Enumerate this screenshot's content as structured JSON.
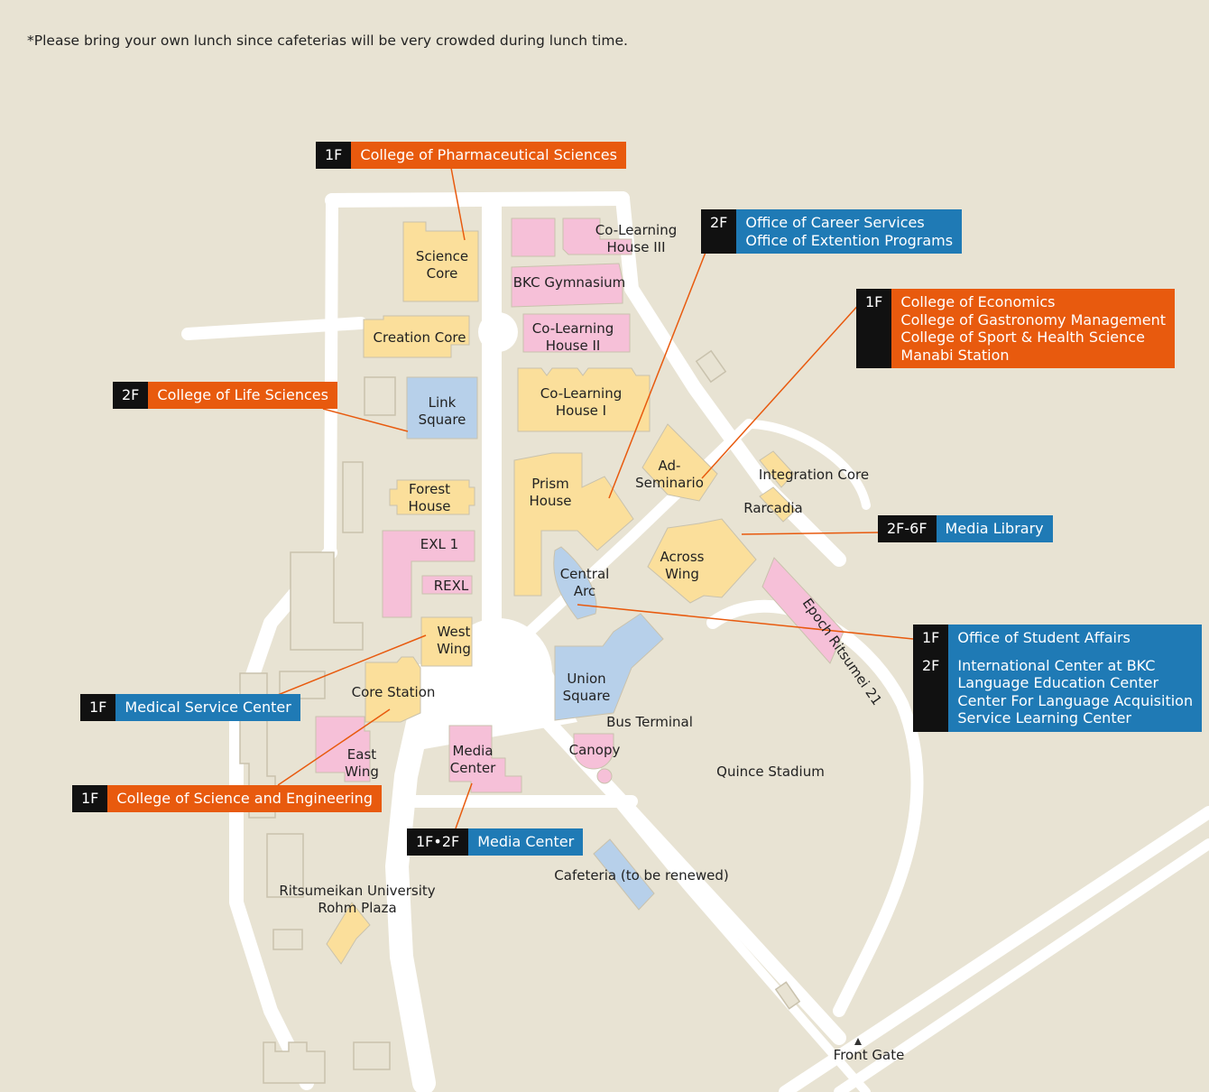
{
  "note": "*Please bring your own lunch since cafeterias will be very crowded during lunch time.",
  "colors": {
    "background": "#e8e3d3",
    "road": "#ffffff",
    "building_yellow": "#fbdf9b",
    "building_pink": "#f6c0d8",
    "building_blue": "#b7d0ea",
    "callout_orange": "#e85a0e",
    "callout_blue": "#1f7ab5",
    "floor_tag": "#111111"
  },
  "buildings": {
    "science_core": "Science\nCore",
    "creation_core": "Creation Core",
    "link_square": "Link\nSquare",
    "forest_house": "Forest\nHouse",
    "exl1": "EXL 1",
    "rexl": "REXL",
    "west_wing": "West\nWing",
    "core_station": "Core Station",
    "east_wing": "East\nWing",
    "media_center": "Media\nCenter",
    "colearning3": "Co-Learning\nHouse III",
    "bkc_gym": "BKC Gymnasium",
    "colearning2": "Co-Learning\nHouse II",
    "colearning1": "Co-Learning\nHouse I",
    "prism_house": "Prism\nHouse",
    "ad_seminario": "Ad-\nSeminario",
    "integration_core": "Integration Core",
    "rarcadia": "Rarcadia",
    "across_wing": "Across\nWing",
    "central_arc": "Central\nArc",
    "union_square": "Union\nSquare",
    "bus_terminal": "Bus Terminal",
    "canopy": "Canopy",
    "quince_stadium": "Quince Stadium",
    "epoch": "Epoch Ritsumei 21",
    "cafeteria": "Cafeteria (to be renewed)",
    "rohm_plaza": "Ritsumeikan University\nRohm Plaza",
    "front_gate": "Front Gate"
  },
  "callouts": {
    "pharma": {
      "floors": [
        "1F"
      ],
      "lines": [
        "College of Pharmaceutical Sciences"
      ]
    },
    "career": {
      "floors": [
        "2F"
      ],
      "lines": [
        "Office of Career Services",
        "Office of Extention Programs"
      ]
    },
    "economics": {
      "floors": [
        "1F"
      ],
      "lines": [
        "College of Economics",
        "College of Gastronomy Management",
        "College of Sport & Health Science",
        "Manabi Station"
      ]
    },
    "life": {
      "floors": [
        "2F"
      ],
      "lines": [
        "College of Life Sciences"
      ]
    },
    "library": {
      "floors": [
        "2F-6F"
      ],
      "lines": [
        "Media Library"
      ]
    },
    "student": {
      "floors": [
        "1F",
        "2F"
      ],
      "lines": [
        "Office of Student Affairs",
        "International Center at BKC",
        "Language Education Center",
        "Center For Language Acquisition",
        "Service Learning Center"
      ]
    },
    "medical": {
      "floors": [
        "1F"
      ],
      "lines": [
        "Medical Service Center"
      ]
    },
    "science_eng": {
      "floors": [
        "1F"
      ],
      "lines": [
        "College of Science and Engineering"
      ]
    },
    "mediacenter": {
      "floors": [
        "1F•2F"
      ],
      "lines": [
        "Media Center"
      ]
    }
  }
}
